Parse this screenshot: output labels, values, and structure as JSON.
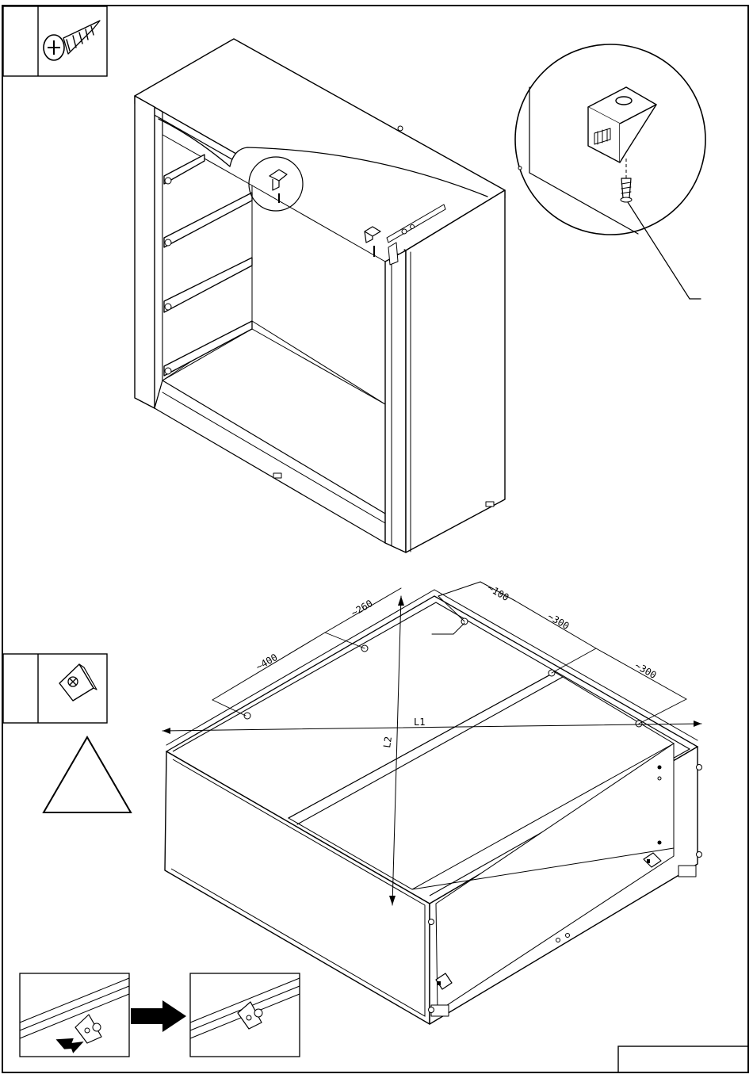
{
  "dimensions": {
    "d400": "~400",
    "d260": "~260",
    "d100": "~100",
    "d300a": "~300",
    "d300b": "~300",
    "L1": "L1",
    "L2": "L2"
  },
  "icons": {
    "step1": "screw-icon",
    "step2": "corner-bracket-icon",
    "warning": "warning-triangle-icon",
    "arrow": "right-arrow-icon"
  }
}
